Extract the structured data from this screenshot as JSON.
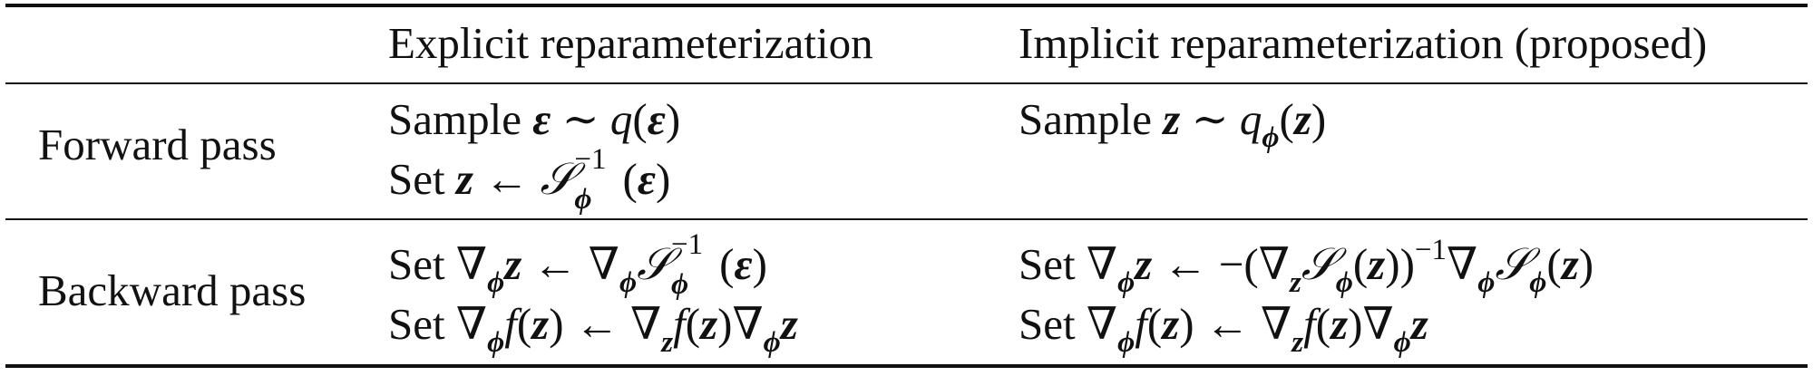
{
  "table": {
    "headers": {
      "col1": "Explicit reparameterization",
      "col2": "Implicit reparameterization (proposed)"
    },
    "rows": [
      {
        "label": "Forward pass",
        "explicit": [
          "Sample ε ∼ q(ε)",
          "Set z ← S_φ^{-1}(ε)"
        ],
        "implicit": [
          "Sample z ∼ q_φ(z)"
        ]
      },
      {
        "label": "Backward pass",
        "explicit": [
          "Set ∇_φ z ← ∇_φ S_φ^{-1}(ε)",
          "Set ∇_φ f(z) ← ∇_z f(z)∇_φ z"
        ],
        "implicit": [
          "Set ∇_φ z ← −(∇_z S_φ(z))^{-1} ∇_φ S_φ(z)",
          "Set ∇_φ f(z) ← ∇_z f(z)∇_φ z"
        ]
      }
    ]
  },
  "words": {
    "sample": "Sample",
    "set": "Set"
  }
}
